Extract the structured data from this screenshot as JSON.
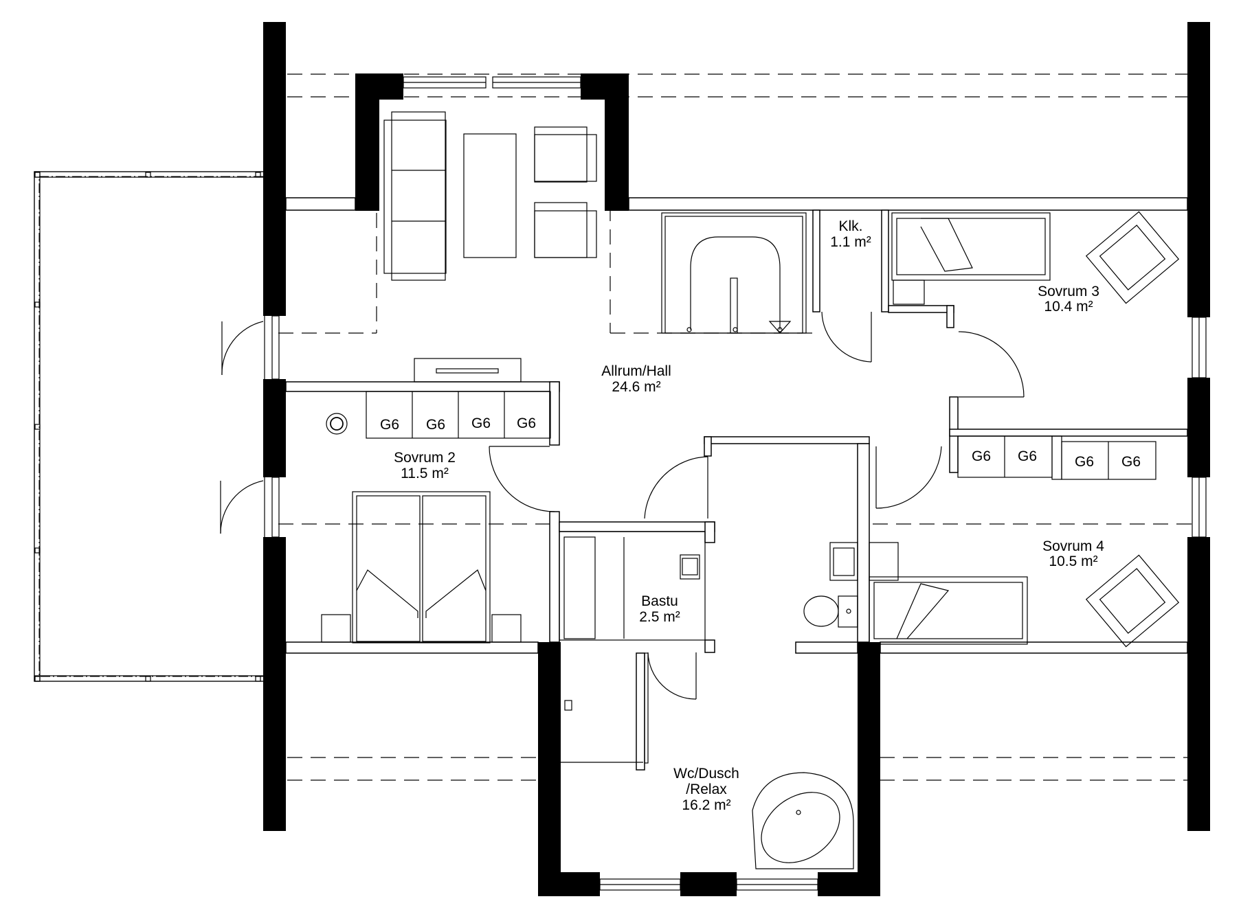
{
  "plan": {
    "rooms": [
      {
        "id": "allrum",
        "name": "Allrum/Hall",
        "area": "24.6 m²"
      },
      {
        "id": "klk",
        "name": "Klk.",
        "area": "1.1 m²"
      },
      {
        "id": "sovrum3",
        "name": "Sovrum 3",
        "area": "10.4 m²"
      },
      {
        "id": "sovrum2",
        "name": "Sovrum 2",
        "area": "11.5 m²"
      },
      {
        "id": "sovrum4",
        "name": "Sovrum 4",
        "area": "10.5 m²"
      },
      {
        "id": "bastu",
        "name": "Bastu",
        "area": "2.5 m²"
      },
      {
        "id": "wc",
        "name_line1": "Wc/Dusch",
        "name_line2": "/Relax",
        "area": "16.2 m²"
      }
    ],
    "wardrobe_label": "G6"
  }
}
